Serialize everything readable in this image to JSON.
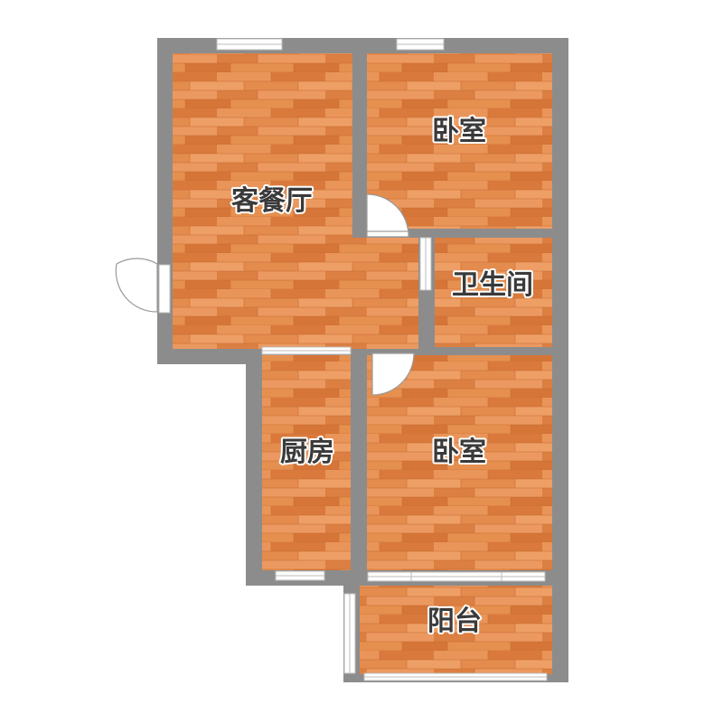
{
  "floorplan": {
    "wall_color": "#8c8c8c",
    "floor_color": "#e3874a",
    "floor_dark": "#c96a30",
    "window_color": "#ffffff",
    "rooms": {
      "living_dining": "客餐厅",
      "bedroom_north": "卧室",
      "bathroom": "卫生间",
      "kitchen": "厨房",
      "bedroom_south": "卧室",
      "balcony": "阳台"
    }
  }
}
